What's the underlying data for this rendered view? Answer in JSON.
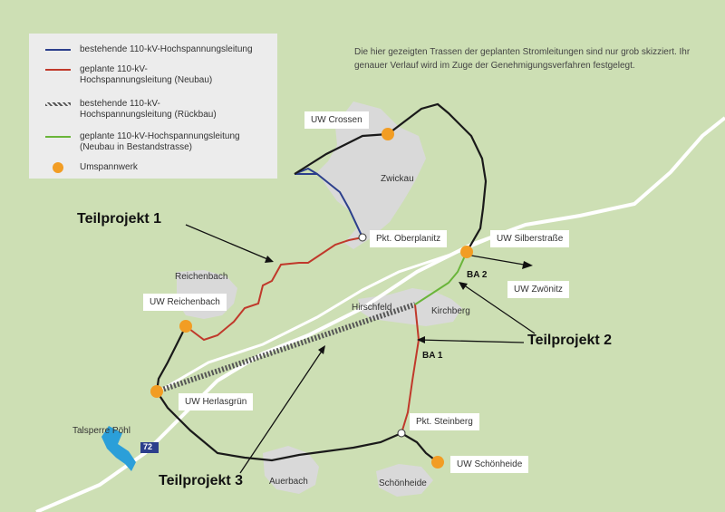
{
  "legend": {
    "items": [
      {
        "text": "bestehende 110-kV-Hochspannungsleitung",
        "color": "#2c3f8c",
        "type": "line"
      },
      {
        "text": "geplante 110-kV-Hochspannungsleitung (Neubau)",
        "color": "#c0392b",
        "type": "line"
      },
      {
        "text": "bestehende 110-kV-Hochspannungsleitung (Rückbau)",
        "color": "#555555",
        "type": "hatched"
      },
      {
        "text": "geplante 110-kV-Hochspannungsleitung (Neubau in Bestandstrasse)",
        "color": "#6ab53a",
        "type": "line"
      },
      {
        "text": "Umspannwerk",
        "color": "#f29d24",
        "type": "dot"
      }
    ]
  },
  "note": "Die hier gezeigten Trassen der geplanten Stromleitungen sind nur grob skizziert. Ihr genauer Verlauf wird im Zuge der Genehmigungsverfahren festgelegt.",
  "places": {
    "zwickau": "Zwickau",
    "reichenbach": "Reichenbach",
    "hirschfeld": "Hirschfeld",
    "kirchberg": "Kirchberg",
    "talsperre": "Talsperre Pöhl",
    "auerbach": "Auerbach",
    "schoenheide": "Schönheide"
  },
  "stations": {
    "crossen": "UW Crossen",
    "oberplanitz": "Pkt. Oberplanitz",
    "silberstrasse": "UW Silberstraße",
    "zwoenitz": "UW Zwönitz",
    "reichenbach": "UW Reichenbach",
    "herlasgruen": "UW Herlasgrün",
    "steinberg": "Pkt. Steinberg",
    "schoenheide": "UW Schönheide"
  },
  "projects": {
    "tp1": "Teilprojekt 1",
    "tp2": "Teilprojekt 2",
    "tp3": "Teilprojekt 3",
    "ba1": "BA 1",
    "ba2": "BA 2"
  },
  "road_number": "72",
  "colors": {
    "background": "#cddfb4",
    "urban": "#d9d9d9",
    "road": "#ffffff",
    "existing": "#2c3f8c",
    "planned": "#c0392b",
    "planned_existing_route": "#6ab53a",
    "substation": "#f29d24",
    "black_line": "#1a1a1a",
    "water": "#2b9fd9"
  }
}
